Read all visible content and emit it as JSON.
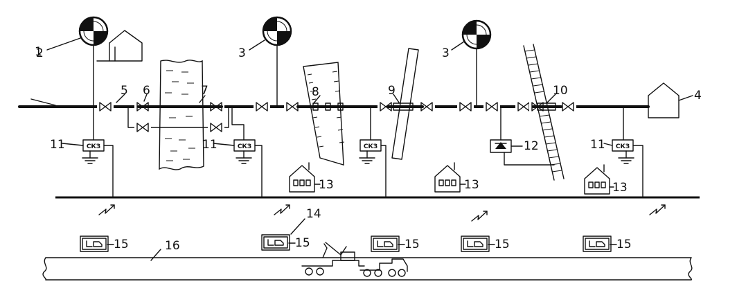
{
  "labels": {
    "n1": "1",
    "n2": "2",
    "n3a": "3",
    "n3b": "3",
    "n4": "4",
    "n5": "5",
    "n6": "6",
    "n7": "7",
    "n8": "8",
    "n9": "9",
    "n10": "10",
    "n11a": "11",
    "n11b": "11",
    "n11c": "11",
    "n12": "12",
    "n13a": "13",
    "n13b": "13",
    "n13c": "13",
    "n14": "14",
    "n15a": "15",
    "n15b": "15",
    "n15c": "15",
    "n15d": "15",
    "n15e": "15",
    "n16": "16"
  },
  "station_text": "СКЗ"
}
